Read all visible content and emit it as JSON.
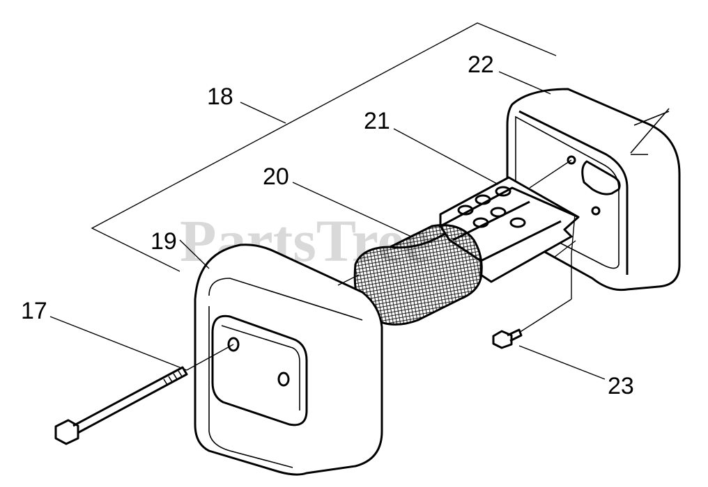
{
  "watermark": "PartsTree",
  "callouts": [
    {
      "id": "17",
      "label": "17"
    },
    {
      "id": "18",
      "label": "18"
    },
    {
      "id": "19",
      "label": "19"
    },
    {
      "id": "20",
      "label": "20"
    },
    {
      "id": "21",
      "label": "21"
    },
    {
      "id": "22",
      "label": "22"
    },
    {
      "id": "23",
      "label": "23"
    }
  ]
}
